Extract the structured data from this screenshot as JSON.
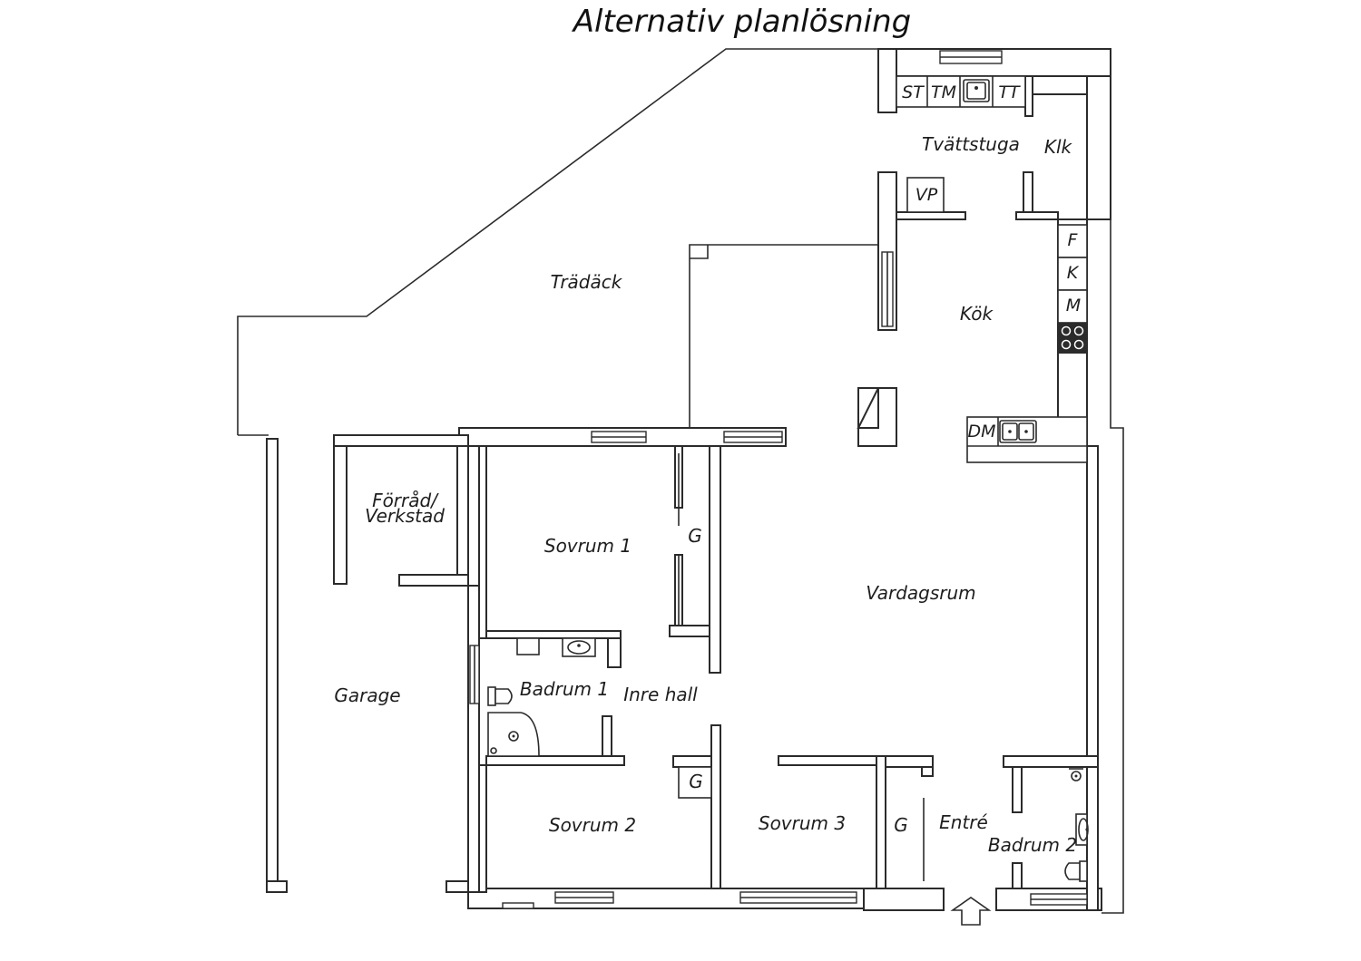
{
  "title": "Alternativ planlösning",
  "rooms": {
    "tradack": "Trädäck",
    "tvattstuga": "Tvättstuga",
    "klk": "Klk",
    "kok": "Kök",
    "vardagsrum": "Vardagsrum",
    "forrad_line1": "Förråd/",
    "forrad_line2": "Verkstad",
    "garage": "Garage",
    "sovrum1": "Sovrum 1",
    "sovrum2": "Sovrum 2",
    "sovrum3": "Sovrum 3",
    "badrum1": "Badrum 1",
    "badrum2": "Badrum 2",
    "inre_hall": "Inre hall",
    "entre": "Entré"
  },
  "fixtures": {
    "st": "ST",
    "tm": "TM",
    "tt": "TT",
    "vp": "VP",
    "f": "F",
    "k": "K",
    "m": "M",
    "dm": "DM",
    "g_sovrum1": "G",
    "g_hall": "G",
    "g_entre": "G"
  },
  "icons": {
    "entrance": "entrance-arrow-icon",
    "stove": "stove-icon",
    "sink": "sink-icon",
    "toilet": "toilet-icon",
    "shower": "shower-icon"
  }
}
